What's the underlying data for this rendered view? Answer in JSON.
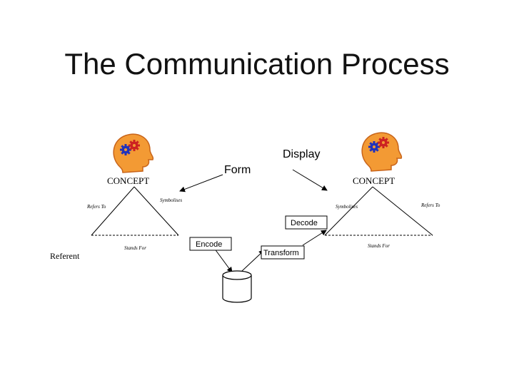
{
  "title": "The Communication Process",
  "labels": {
    "concept_left": "CONCEPT",
    "concept_right": "CONCEPT",
    "refers_to_left": "Refers To",
    "refers_to_right": "Refers To",
    "symbolises_left": "Symbolises",
    "symbolises_right": "Symbolises",
    "stands_for_left": "Stands For",
    "stands_for_right": "Stands For",
    "referent": "Referent",
    "form": "Form",
    "display": "Display",
    "encode": "Encode",
    "decode": "Decode",
    "transform": "Transform"
  },
  "colors": {
    "head": "#f39a34",
    "head_outline": "#c8641a",
    "gear_blue": "#2233bb",
    "gear_red": "#cc2222",
    "line": "#000000"
  },
  "icons": {
    "head": "head-with-gears-icon",
    "storage": "database-cylinder-icon"
  }
}
